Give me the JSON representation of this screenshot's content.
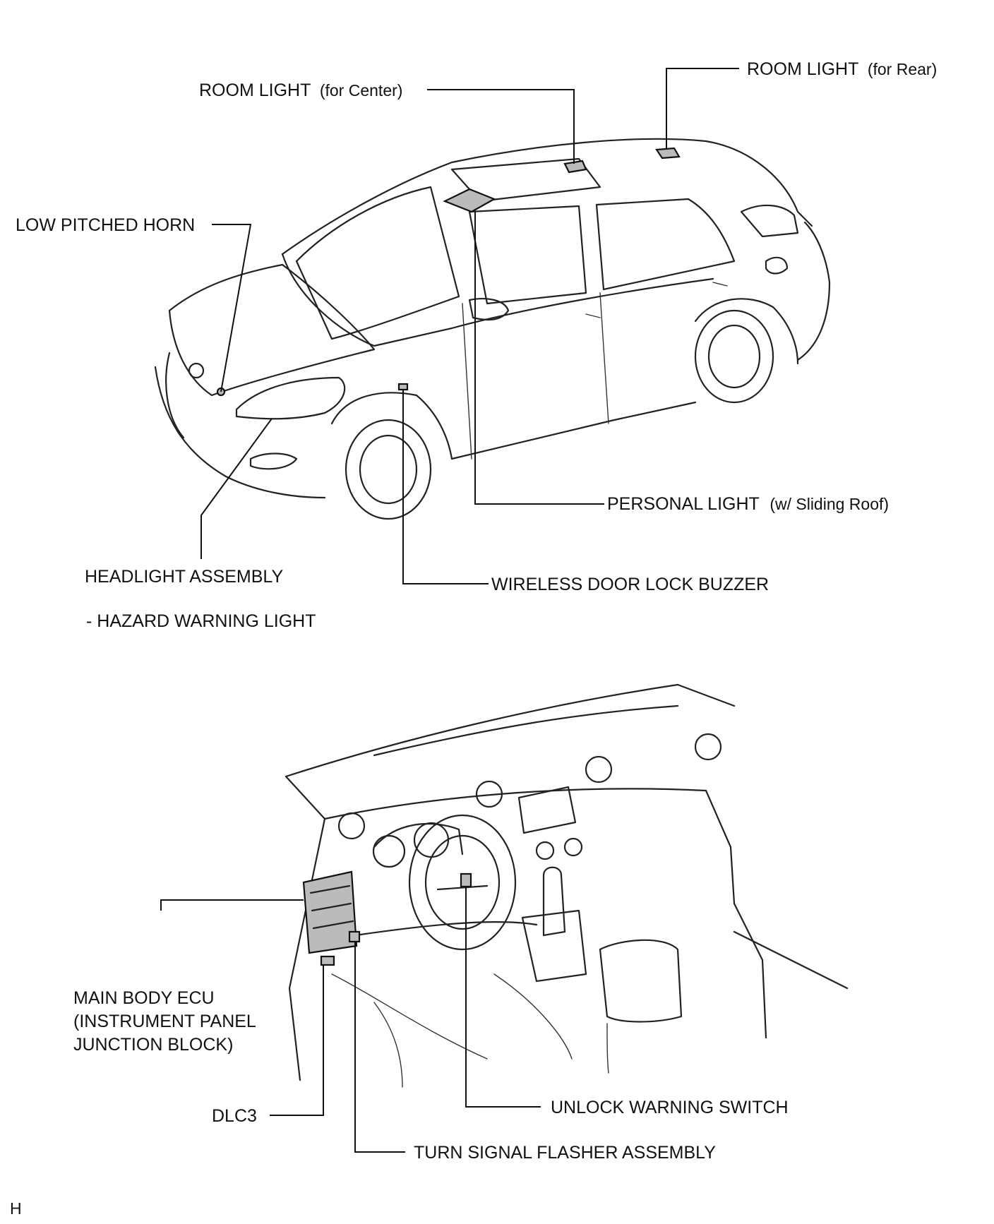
{
  "labels": {
    "room_light_rear": "ROOM LIGHT",
    "room_light_rear_qual": "(for Rear)",
    "room_light_center": "ROOM LIGHT",
    "room_light_center_qual": "(for Center)",
    "low_pitched_horn": "LOW PITCHED HORN",
    "personal_light": "PERSONAL LIGHT",
    "personal_light_qual": "(w/ Sliding Roof)",
    "headlight_assembly": "HEADLIGHT ASSEMBLY",
    "hazard_warning_light": "- HAZARD WARNING LIGHT",
    "wireless_door_lock_buzzer": "WIRELESS DOOR LOCK BUZZER",
    "main_body_ecu_line1": "MAIN BODY ECU",
    "main_body_ecu_line2": "(INSTRUMENT PANEL",
    "main_body_ecu_line3": "JUNCTION BLOCK)",
    "dlc3": "DLC3",
    "unlock_warning_switch": "UNLOCK WARNING SWITCH",
    "turn_signal_flasher": "TURN SIGNAL FLASHER ASSEMBLY"
  },
  "footer": {
    "code": "H"
  }
}
